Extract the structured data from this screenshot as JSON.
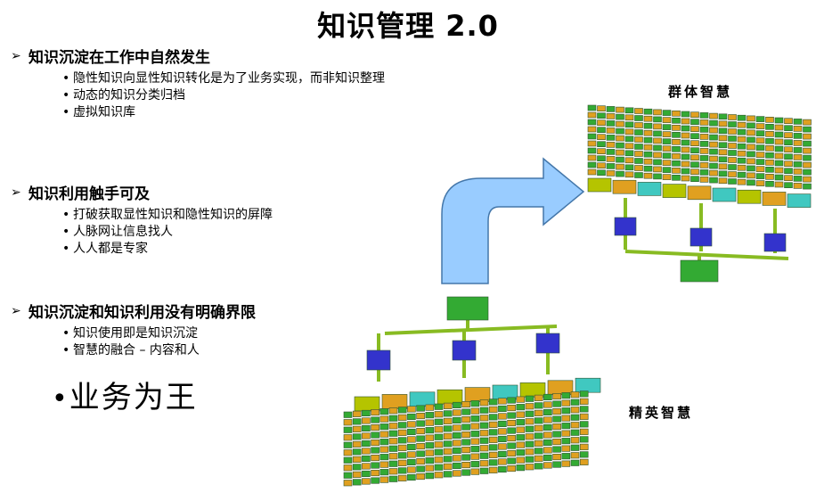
{
  "title": "知识管理 2.0",
  "sections": [
    {
      "heading": "知识沉淀在工作中自然发生",
      "items": [
        "隐性知识向显性知识转化是为了业务实现，而非知识整理",
        "动态的知识分类归档",
        "虚拟知识库"
      ]
    },
    {
      "heading": "知识利用触手可及",
      "items": [
        "打破获取显性知识和隐性知识的屏障",
        "人脉网让信息找人",
        "人人都是专家"
      ]
    },
    {
      "heading": "知识沉淀和知识利用没有明确界限",
      "items": [
        "知识使用即是知识沉淀",
        "智慧的融合 – 内容和人"
      ]
    }
  ],
  "big_point": "业务为王",
  "labels": {
    "collective": "群体智慧",
    "elite": "精英智慧"
  },
  "colors": {
    "arrow": "#99ccff",
    "root_node": "#33aa33",
    "mid_node": "#3333cc",
    "leaf_olive": "#b5c400",
    "leaf_orange": "#e0a020",
    "leaf_teal": "#40c8c0",
    "branch": "#88bb22"
  }
}
